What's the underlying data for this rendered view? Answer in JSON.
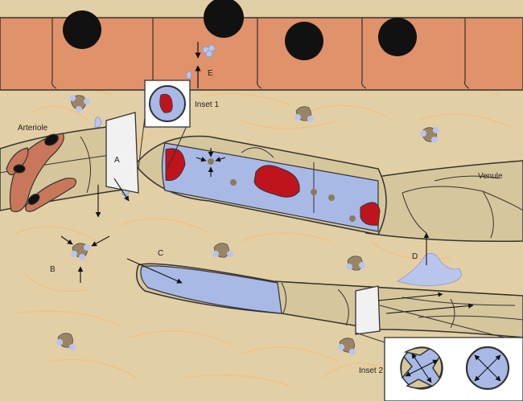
{
  "labels": {
    "arteriole": "Arteriole",
    "venule": "Venule",
    "inset1": "Inset 1",
    "inset2": "Inset 2",
    "a": "A",
    "b": "B",
    "c": "C",
    "d": "D",
    "e": "E"
  },
  "colors": {
    "tissue": "#e3cfa5",
    "epithelium": "#e0926a",
    "nucleus": "#111111",
    "vessel_wall": "#d6c69c",
    "lumen": "#a9b9e6",
    "rbc": "#c0141c",
    "fibers": "#f2c080",
    "smooth_muscle": "#c9775a",
    "fluid": "#b8c6ee",
    "outline": "#333333"
  }
}
